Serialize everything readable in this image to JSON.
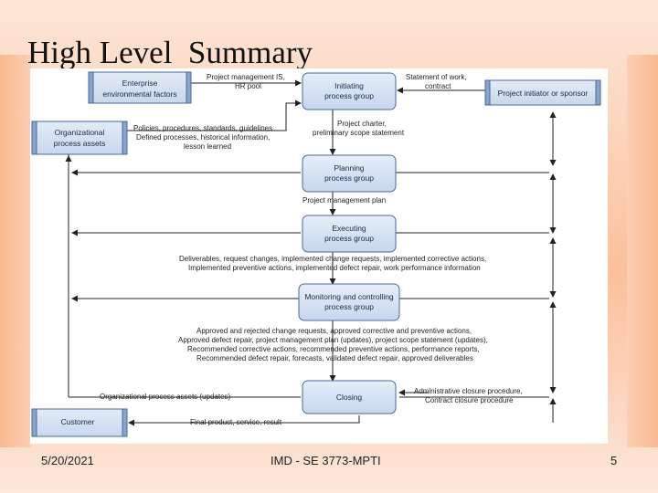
{
  "slide": {
    "title": "High Level  Summary",
    "footer_date": "5/20/2021",
    "footer_center": "IMD - SE 3773-MPTI",
    "page_number": "5"
  },
  "diagram": {
    "external_boxes": {
      "enterprise": [
        "Enterprise",
        "environmental factors"
      ],
      "org_assets": [
        "Organizational",
        "process assets"
      ],
      "customer": [
        "Customer"
      ],
      "sponsor": [
        "Project initiator or sponsor"
      ]
    },
    "process_groups": {
      "initiating": [
        "Initiating",
        "process group"
      ],
      "planning": [
        "Planning",
        "process group"
      ],
      "executing": [
        "Executing",
        "process group"
      ],
      "monitoring": [
        "Monitoring and controlling",
        "process group"
      ],
      "closing": [
        "Closing"
      ]
    },
    "labels": {
      "pm_is": [
        "Project management IS,",
        "HR pool"
      ],
      "statement_of_work": [
        "Statement of work,",
        "contract"
      ],
      "policies": [
        "Policies, procedures, standards, guidelines",
        "Defined processes, historical information,",
        "lesson learned"
      ],
      "charter": [
        "Project charter,",
        "preliminary scope statement"
      ],
      "pm_plan": [
        "Project management plan"
      ],
      "deliverables": [
        "Deliverables, request changes, implemented change requests, implemented corrective actions,",
        "Implemented preventive actions, implemented defect repair, work performance information"
      ],
      "approved": [
        "Approved and rejected change requests, approved corrective and preventive actions,",
        "Approved defect repair, project management plan (updates), project scope statement (updates),",
        "Recommended corrective actions, recommended preventive actions, performance reports,",
        "Recommended defect repair, forecasts, validated defect repair, approved deliverables"
      ],
      "org_updates": [
        "Organizational process assets (updates)"
      ],
      "closure": [
        "Administrative closure procedure,",
        "Contract closure procedure"
      ],
      "final_product": [
        "Final product, service, result"
      ]
    }
  }
}
